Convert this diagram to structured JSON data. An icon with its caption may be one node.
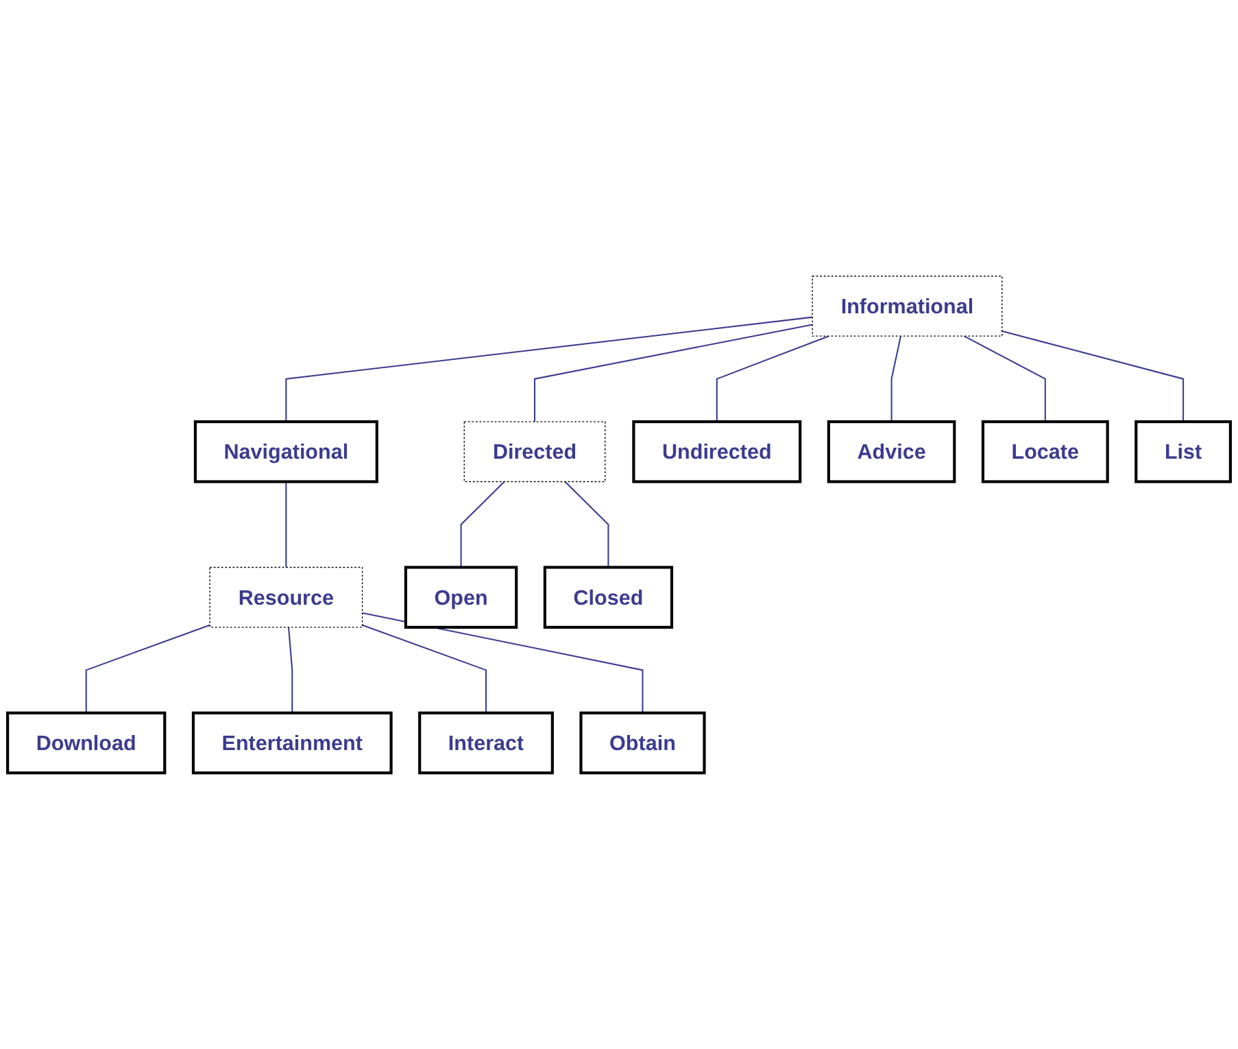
{
  "diagram": {
    "nodes": [
      {
        "text": [
          "Informational"
        ]
      },
      {
        "text": [
          "Navigational"
        ]
      },
      {
        "text": [
          "Resource"
        ]
      },
      {
        "text": [
          "Directed"
        ]
      },
      {
        "text": [
          "Open"
        ]
      },
      {
        "text": [
          "Closed"
        ]
      },
      {
        "text": [
          "Undirected"
        ]
      },
      {
        "text": [
          "Advice"
        ]
      },
      {
        "text": [
          "Locate"
        ]
      },
      {
        "text": [
          "List"
        ]
      },
      {
        "text": [
          "Download"
        ]
      },
      {
        "text": [
          "Entertainment"
        ]
      },
      {
        "text": [
          "Interact"
        ]
      },
      {
        "text": [
          "Obtain"
        ]
      }
    ],
    "edges": [
      {
        "from": 0,
        "to": 1,
        "arrow": "none"
      },
      {
        "from": 1,
        "to": 2,
        "arrow": "none"
      },
      {
        "from": 0,
        "to": 3,
        "arrow": "none"
      },
      {
        "from": 3,
        "to": 4,
        "arrow": "none"
      },
      {
        "from": 3,
        "to": 5,
        "arrow": "none"
      },
      {
        "from": 0,
        "to": 6,
        "arrow": "none"
      },
      {
        "from": 0,
        "to": 7,
        "arrow": "none"
      },
      {
        "from": 0,
        "to": 8,
        "arrow": "none"
      },
      {
        "from": 0,
        "to": 9,
        "arrow": "none"
      },
      {
        "from": 2,
        "to": 10,
        "arrow": "none"
      },
      {
        "from": 2,
        "to": 11,
        "arrow": "none"
      },
      {
        "from": 2,
        "to": 12,
        "arrow": "none"
      },
      {
        "from": 2,
        "to": 13,
        "arrow": "none"
      }
    ]
  }
}
